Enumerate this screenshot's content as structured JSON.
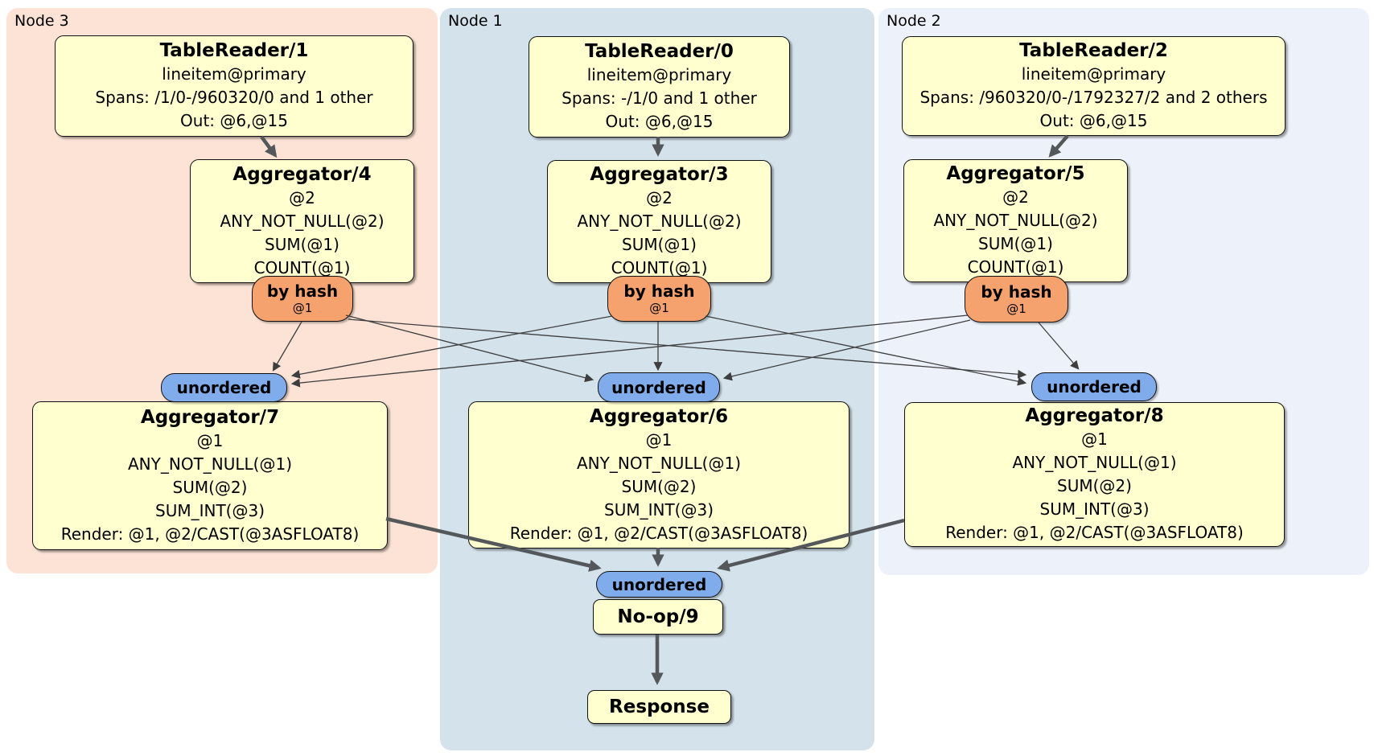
{
  "diagram": {
    "regions": [
      {
        "label": "Node 3"
      },
      {
        "label": "Node 1"
      },
      {
        "label": "Node 2"
      }
    ],
    "processors": {
      "tr1": {
        "title": "TableReader/1",
        "lines": [
          "lineitem@primary",
          "Spans: /1/0-/960320/0 and 1 other",
          "Out: @6,@15"
        ]
      },
      "tr0": {
        "title": "TableReader/0",
        "lines": [
          "lineitem@primary",
          "Spans: -/1/0 and 1 other",
          "Out: @6,@15"
        ]
      },
      "tr2": {
        "title": "TableReader/2",
        "lines": [
          "lineitem@primary",
          "Spans: /960320/0-/1792327/2 and 2 others",
          "Out: @6,@15"
        ]
      },
      "agg4": {
        "title": "Aggregator/4",
        "lines": [
          "@2",
          "ANY_NOT_NULL(@2)",
          "SUM(@1)",
          "COUNT(@1)"
        ]
      },
      "agg3": {
        "title": "Aggregator/3",
        "lines": [
          "@2",
          "ANY_NOT_NULL(@2)",
          "SUM(@1)",
          "COUNT(@1)"
        ]
      },
      "agg5": {
        "title": "Aggregator/5",
        "lines": [
          "@2",
          "ANY_NOT_NULL(@2)",
          "SUM(@1)",
          "COUNT(@1)"
        ]
      },
      "agg7": {
        "title": "Aggregator/7",
        "lines": [
          "@1",
          "ANY_NOT_NULL(@1)",
          "SUM(@2)",
          "SUM_INT(@3)",
          "Render: @1, @2/CAST(@3ASFLOAT8)"
        ]
      },
      "agg6": {
        "title": "Aggregator/6",
        "lines": [
          "@1",
          "ANY_NOT_NULL(@1)",
          "SUM(@2)",
          "SUM_INT(@3)",
          "Render: @1, @2/CAST(@3ASFLOAT8)"
        ]
      },
      "agg8": {
        "title": "Aggregator/8",
        "lines": [
          "@1",
          "ANY_NOT_NULL(@1)",
          "SUM(@2)",
          "SUM_INT(@3)",
          "Render: @1, @2/CAST(@3ASFLOAT8)"
        ]
      },
      "noop": {
        "title": "No-op/9"
      },
      "response": {
        "title": "Response"
      }
    },
    "routers": {
      "by_hash_label": "by hash",
      "by_hash_sub": "@1",
      "unordered_label": "unordered"
    },
    "colors": {
      "region_node3": "#fce3d6",
      "region_node1": "#d4e2eb",
      "region_node2": "#edf2fa",
      "box_fill": "#ffffd0",
      "router_fill": "#f5a26f",
      "sync_fill": "#80acec",
      "edge_thick": "#55585b",
      "edge_thin": "#3e3e3e"
    }
  }
}
